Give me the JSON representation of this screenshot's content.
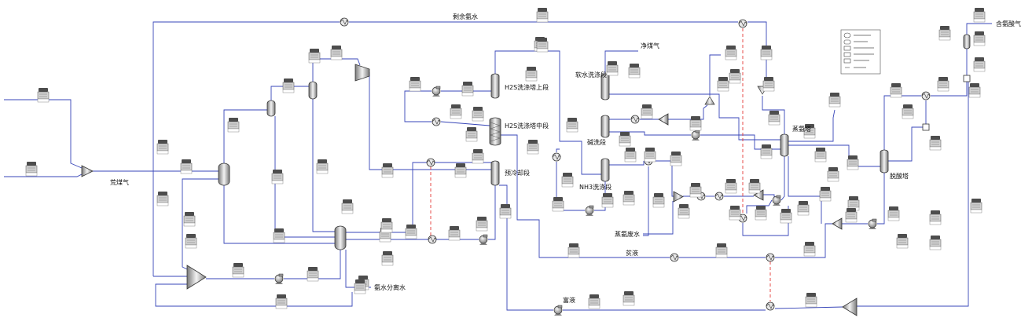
{
  "labels": {
    "remaining_ammonia_water": "剩余氨水",
    "raw_gas": "荒煤气",
    "h2s_upper": "H2S洗涤塔上段",
    "h2s_middle": "H2S洗涤塔中段",
    "precool": "预冷却段",
    "soft_water_wash": "软水洗涤段",
    "clean_gas": "净煤气",
    "caustic_wash": "碱洗段",
    "nh3_wash": "NH3洗涤段",
    "ammonia_stripper": "蒸氨塔",
    "deacid_tower": "脱酸塔",
    "acid_gas": "含氨酸气",
    "separated_water": "氨水分离水",
    "stripped_water": "蒸氨废水",
    "lean_liquor": "贫液",
    "rich_liquor": "富液"
  },
  "colors": {
    "stream_line": "#3745b8",
    "energy_line": "#e53935",
    "background": "#ffffff"
  }
}
